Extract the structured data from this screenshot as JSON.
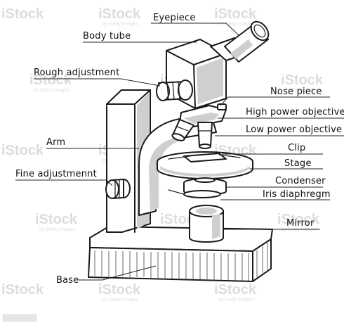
{
  "diagram": {
    "labels": {
      "eyepiece": "Eyepiece",
      "body_tube": "Body tube",
      "rough_adjustment": "Rough adjustment",
      "nose_piece": "Nose piece",
      "high_power_objective": "High power objective",
      "low_power_objective": "Low power objective",
      "arm": "Arm",
      "clip": "Clip",
      "stage": "Stage",
      "fine_adjustment": "Fine adjustmennt",
      "condenser": "Condenser",
      "iris_diaphragm": "Iris diaphregm",
      "mirror": "Mirror",
      "base": "Base"
    },
    "colors": {
      "ink": "#1a1a1a",
      "shade": "#cfcfcf",
      "watermark": "#dcdcdc",
      "background": "#ffffff"
    }
  },
  "watermark": {
    "brand": "iStock",
    "credit": "by Getty Images"
  }
}
